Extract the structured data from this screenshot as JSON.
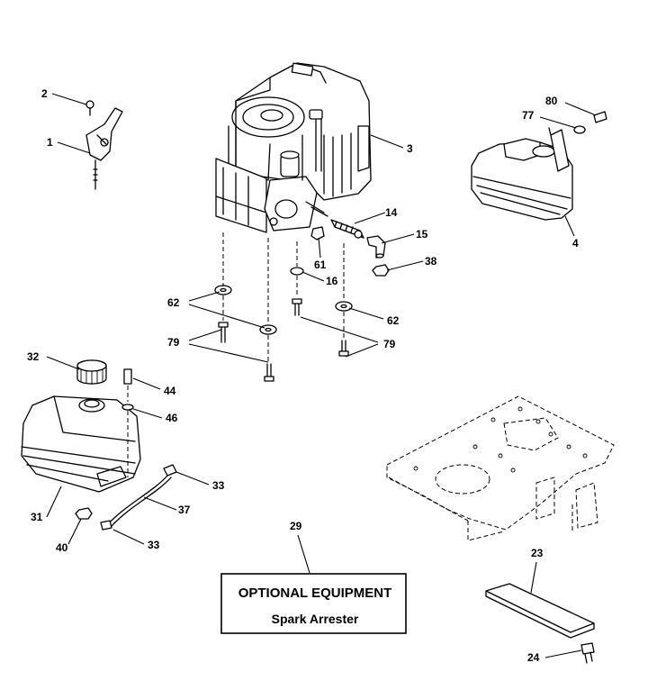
{
  "callouts": {
    "c1": "1",
    "c2": "2",
    "c3": "3",
    "c4": "4",
    "c14": "14",
    "c15": "15",
    "c16": "16",
    "c23": "23",
    "c24": "24",
    "c29": "29",
    "c31": "31",
    "c32": "32",
    "c33a": "33",
    "c33b": "33",
    "c37": "37",
    "c38": "38",
    "c40": "40",
    "c44": "44",
    "c46": "46",
    "c61": "61",
    "c62a": "62",
    "c62b": "62",
    "c77": "77",
    "c79a": "79",
    "c79b": "79",
    "c80": "80"
  },
  "optional_box": {
    "title": "OPTIONAL EQUIPMENT",
    "subtitle": "Spark Arrester"
  }
}
